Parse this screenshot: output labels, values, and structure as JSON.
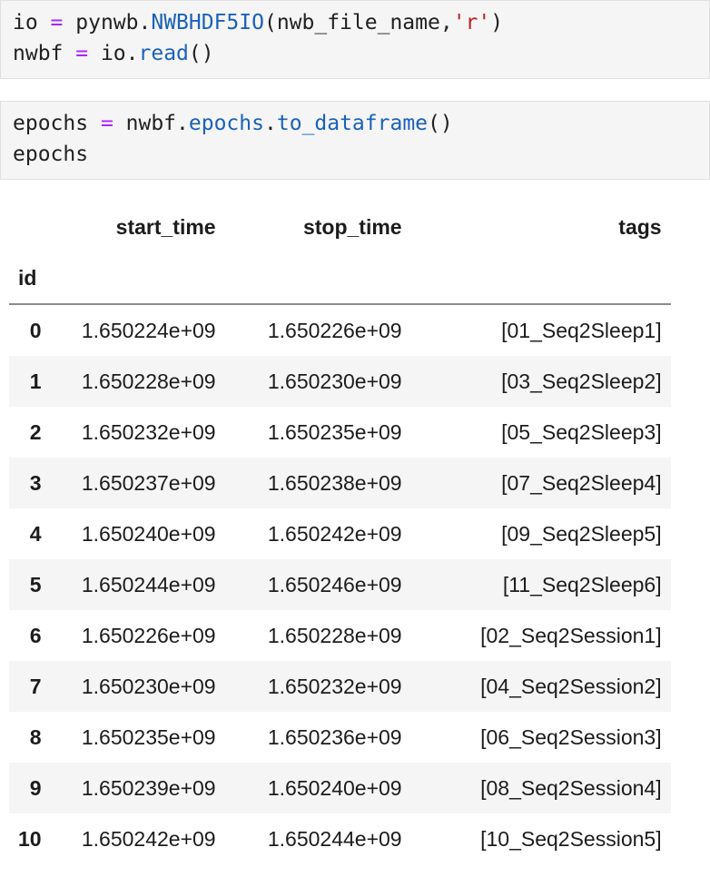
{
  "syntax_colors": {
    "var": "#212121",
    "op": "#AA22FF",
    "prop": "#1a62b8",
    "str": "#BA2121"
  },
  "colors": {
    "cell_background": "#f5f5f5",
    "cell_border": "#e0e0e0",
    "row_stripe": "#f5f5f5",
    "header_rule": "#8a8a8a"
  },
  "cells": [
    {
      "name": "code-cell-1",
      "lines": [
        [
          {
            "t": "io ",
            "c": "var"
          },
          {
            "t": "=",
            "c": "op"
          },
          {
            "t": " pynwb.",
            "c": "var"
          },
          {
            "t": "NWBHDF5IO",
            "c": "prop"
          },
          {
            "t": "(nwb_file_name,",
            "c": "var"
          },
          {
            "t": "'r'",
            "c": "str"
          },
          {
            "t": ")",
            "c": "var"
          }
        ],
        [
          {
            "t": "nwbf ",
            "c": "var"
          },
          {
            "t": "=",
            "c": "op"
          },
          {
            "t": " io.",
            "c": "var"
          },
          {
            "t": "read",
            "c": "prop"
          },
          {
            "t": "()",
            "c": "var"
          }
        ]
      ]
    },
    {
      "name": "code-cell-2",
      "lines": [
        [
          {
            "t": "epochs ",
            "c": "var"
          },
          {
            "t": "=",
            "c": "op"
          },
          {
            "t": " nwbf.",
            "c": "var"
          },
          {
            "t": "epochs",
            "c": "prop"
          },
          {
            "t": ".",
            "c": "var"
          },
          {
            "t": "to_dataframe",
            "c": "prop"
          },
          {
            "t": "()",
            "c": "var"
          }
        ],
        [
          {
            "t": "epochs",
            "c": "var"
          }
        ]
      ]
    }
  ],
  "table": {
    "columns": [
      "start_time",
      "stop_time",
      "tags"
    ],
    "index_name": "id",
    "rows": [
      {
        "id": "0",
        "start_time": "1.650224e+09",
        "stop_time": "1.650226e+09",
        "tags": "[01_Seq2Sleep1]"
      },
      {
        "id": "1",
        "start_time": "1.650228e+09",
        "stop_time": "1.650230e+09",
        "tags": "[03_Seq2Sleep2]"
      },
      {
        "id": "2",
        "start_time": "1.650232e+09",
        "stop_time": "1.650235e+09",
        "tags": "[05_Seq2Sleep3]"
      },
      {
        "id": "3",
        "start_time": "1.650237e+09",
        "stop_time": "1.650238e+09",
        "tags": "[07_Seq2Sleep4]"
      },
      {
        "id": "4",
        "start_time": "1.650240e+09",
        "stop_time": "1.650242e+09",
        "tags": "[09_Seq2Sleep5]"
      },
      {
        "id": "5",
        "start_time": "1.650244e+09",
        "stop_time": "1.650246e+09",
        "tags": "[11_Seq2Sleep6]"
      },
      {
        "id": "6",
        "start_time": "1.650226e+09",
        "stop_time": "1.650228e+09",
        "tags": "[02_Seq2Session1]"
      },
      {
        "id": "7",
        "start_time": "1.650230e+09",
        "stop_time": "1.650232e+09",
        "tags": "[04_Seq2Session2]"
      },
      {
        "id": "8",
        "start_time": "1.650235e+09",
        "stop_time": "1.650236e+09",
        "tags": "[06_Seq2Session3]"
      },
      {
        "id": "9",
        "start_time": "1.650239e+09",
        "stop_time": "1.650240e+09",
        "tags": "[08_Seq2Session4]"
      },
      {
        "id": "10",
        "start_time": "1.650242e+09",
        "stop_time": "1.650244e+09",
        "tags": "[10_Seq2Session5]"
      }
    ]
  }
}
